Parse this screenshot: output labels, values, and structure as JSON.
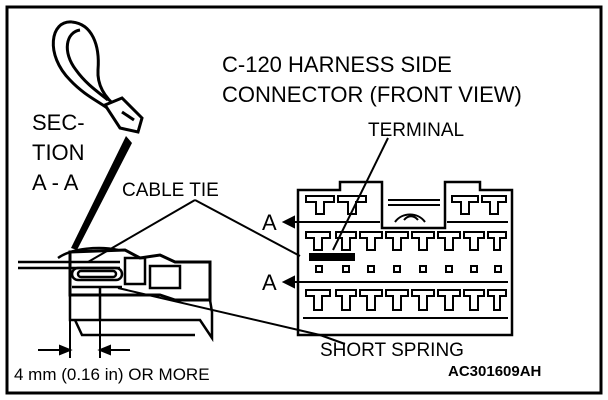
{
  "labels": {
    "connector_title_line1": "C-120 HARNESS SIDE",
    "connector_title_line2": "CONNECTOR (FRONT VIEW)",
    "terminal": "TERMINAL",
    "section_line1": "SEC-",
    "section_line2": "TION",
    "section_line3": "A - A",
    "cable_tie": "CABLE TIE",
    "arrow_a_top": "A",
    "arrow_a_bottom": "A",
    "short_spring": "SHORT SPRING",
    "dimension": "4 mm (0.16 in) OR MORE",
    "figure_code": "AC301609AH"
  },
  "colors": {
    "line": "#000000",
    "background": "#ffffff"
  }
}
